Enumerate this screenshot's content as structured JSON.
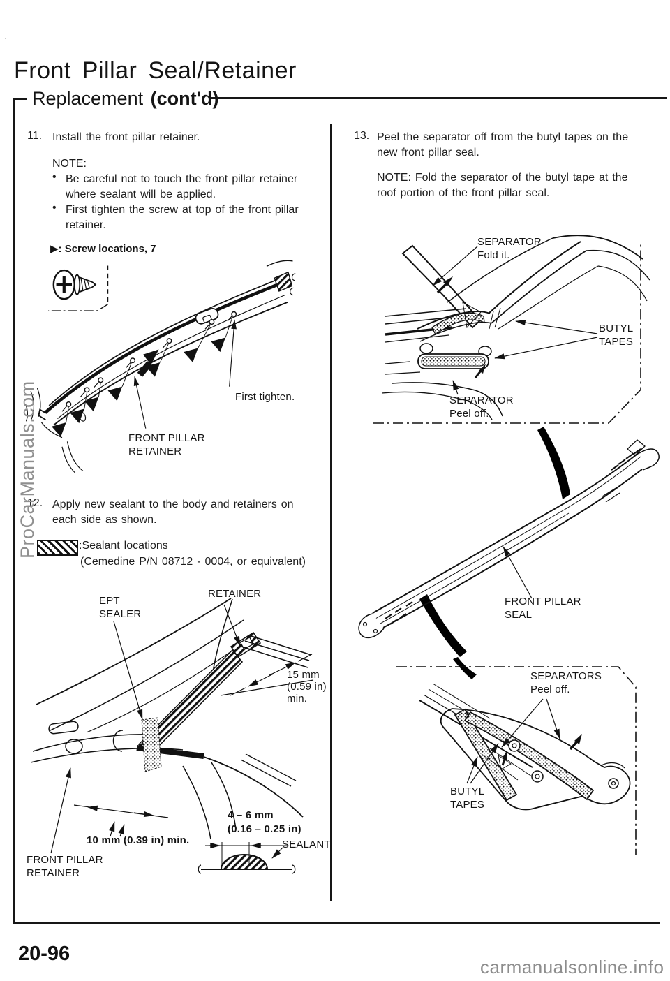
{
  "page": {
    "title": "Front Pillar Seal/Retainer",
    "section": {
      "name": "Replacement ",
      "contd": "(cont'd)"
    },
    "page_number": "20-96",
    "watermark_side": "ProCarManuals.com",
    "watermark_bottom": "carmanualsonline.info"
  },
  "left_column": {
    "step11": {
      "num": "11.",
      "text": "Install the front pillar retainer."
    },
    "note11": {
      "label": "NOTE:",
      "bullet_glyph": "•",
      "bullets": [
        "Be careful not to touch the front pillar retainer\nwhere sealant will be applied.",
        "First tighten the screw at top of the front pillar\nretainer."
      ]
    },
    "screw_legend": {
      "marker": "▶",
      "text": ": Screw locations, 7"
    },
    "diagram_retainer": {
      "first_tighten": "First tighten.",
      "front_pillar_retainer": "FRONT PILLAR\nRETAINER"
    },
    "step12": {
      "num": "12.",
      "text": "Apply new sealant to the body and retainers on\neach side as shown."
    },
    "sealant_legend": {
      "label": ":Sealant locations",
      "detail": "(Cemedine P/N 08712 - 0004, or equivalent)"
    },
    "diagram_sealant": {
      "ept_sealer": "EPT\nSEALER",
      "retainer": "RETAINER",
      "dim_15mm": "15 mm\n(0.59 in)\nmin.",
      "dim_10mm": "10 mm (0.39 in) min.",
      "front_pillar_retainer": "FRONT PILLAR\nRETAINER",
      "dim_4_6mm": "4 – 6 mm\n(0.16 – 0.25 in)",
      "sealant": "SEALANT"
    }
  },
  "right_column": {
    "step13": {
      "num": "13.",
      "text": "Peel the separator off from the butyl tapes on the\nnew front pillar seal."
    },
    "note13": "NOTE: Fold the separator of the butyl tape at the\nroof portion of the front pillar seal.",
    "diagram_top": {
      "separator_fold": "SEPARATOR\nFold it.",
      "butyl_tapes": "BUTYL\nTAPES",
      "separator_peel": "SEPARATOR\nPeel off."
    },
    "diagram_middle": {
      "front_pillar_seal": "FRONT PILLAR\nSEAL"
    },
    "diagram_bottom": {
      "separators_peel": "SEPARATORS\nPeel off.",
      "butyl_tapes": "BUTYL\nTAPES"
    }
  }
}
